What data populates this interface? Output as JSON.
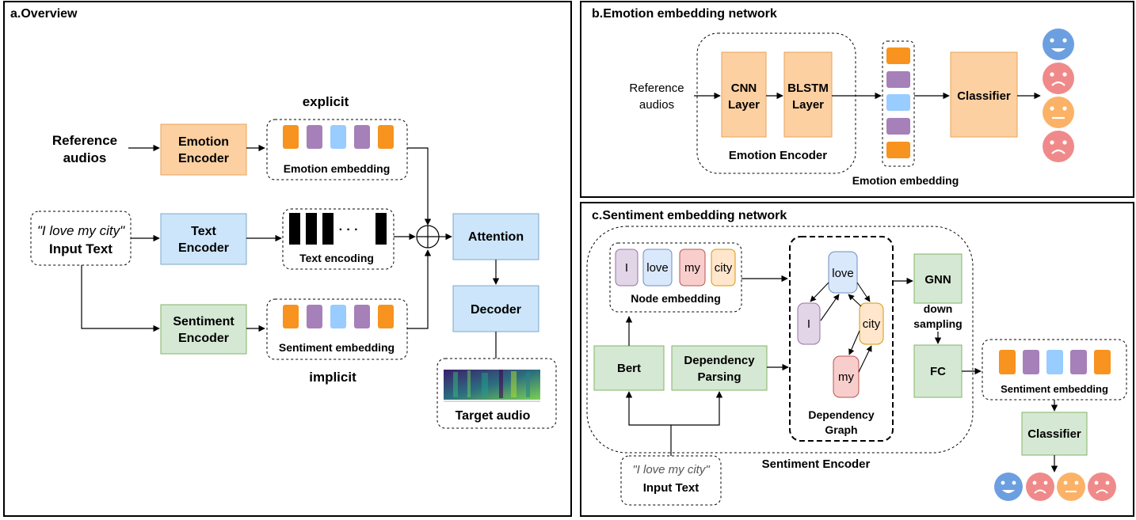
{
  "panels": {
    "a": {
      "title": "a.Overview",
      "reference_audios_line1": "Reference",
      "reference_audios_line2": "audios",
      "input_quote": "\"I love my city\"",
      "input_text": "Input Text",
      "emotion_encoder_line1": "Emotion",
      "emotion_encoder_line2": "Encoder",
      "text_encoder_line1": "Text",
      "text_encoder_line2": "Encoder",
      "sentiment_encoder_line1": "Sentiment",
      "sentiment_encoder_line2": "Encoder",
      "explicit": "explicit",
      "implicit": "implicit",
      "emotion_embedding": "Emotion embedding",
      "text_encoding": "Text encoding",
      "text_dots": "· · ·",
      "sentiment_embedding": "Sentiment embedding",
      "attention": "Attention",
      "decoder": "Decoder",
      "target_audio": "Target audio"
    },
    "b": {
      "title": "b.Emotion embedding network",
      "reference_audios_line1": "Reference",
      "reference_audios_line2": "audios",
      "cnn_line1": "CNN",
      "cnn_line2": "Layer",
      "blstm_line1": "BLSTM",
      "blstm_line2": "Layer",
      "emotion_encoder": "Emotion Encoder",
      "emotion_embedding": "Emotion embedding",
      "classifier": "Classifier"
    },
    "c": {
      "title": "c.Sentiment embedding network",
      "tokens": [
        "I",
        "love",
        "my",
        "city"
      ],
      "node_embedding": "Node embedding",
      "graph_nodes": [
        "love",
        "I",
        "city",
        "my"
      ],
      "dependency_graph_line1": "Dependency",
      "dependency_graph_line2": "Graph",
      "gnn": "GNN",
      "down_sampling_line1": "down",
      "down_sampling_line2": "sampling",
      "fc": "FC",
      "bert": "Bert",
      "dependency_parsing_line1": "Dependency",
      "dependency_parsing_line2": "Parsing",
      "sentiment_encoder": "Sentiment Encoder",
      "sentiment_embedding": "Sentiment embedding",
      "classifier": "Classifier",
      "input_quote": "\"I love my city\"",
      "input_text": "Input Text"
    }
  },
  "colors": {
    "orange_fill": "#fdd0a2",
    "orange_stroke": "#e6a35a",
    "blue_fill": "#cce5fa",
    "blue_stroke": "#7aa8cc",
    "green_fill": "#d5e8d4",
    "green_stroke": "#82b366",
    "emb_orange": "#f7931e",
    "emb_purple": "#a680b8",
    "emb_blue": "#99ccff",
    "face_blue": "#6c9fe0",
    "face_pink": "#f08a8a",
    "face_orange": "#fbb267"
  },
  "icons": [
    "happy-face-icon",
    "sad-face-icon",
    "neutral-face-icon",
    "spectrogram-icon"
  ]
}
